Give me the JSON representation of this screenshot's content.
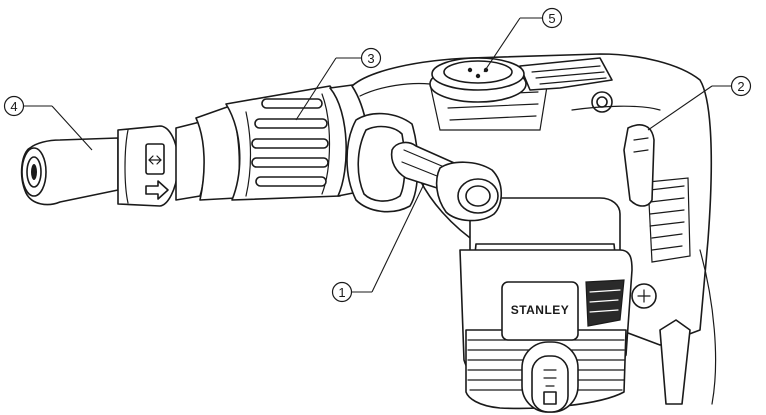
{
  "brand": "STANLEY",
  "callouts": [
    {
      "id": "1",
      "label": "1"
    },
    {
      "id": "2",
      "label": "2"
    },
    {
      "id": "3",
      "label": "3"
    },
    {
      "id": "4",
      "label": "4"
    },
    {
      "id": "5",
      "label": "5"
    }
  ],
  "colors": {
    "line": "#1a1a1a",
    "fill": "#ffffff",
    "dark": "#2a2a2a"
  }
}
